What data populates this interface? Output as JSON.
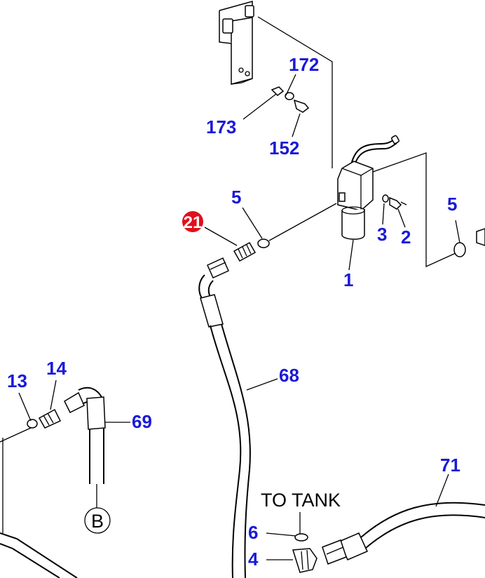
{
  "colors": {
    "label": "#1a1ad8",
    "highlight_badge": "#e0101a",
    "badge_text": "#ffffff",
    "line": "#000000",
    "background": "#ffffff"
  },
  "labels": {
    "p172": "172",
    "p173": "173",
    "p152": "152",
    "p5a": "5",
    "p5b": "5",
    "p21": "21",
    "p3": "3",
    "p2": "2",
    "p1": "1",
    "p68": "68",
    "p13": "13",
    "p14": "14",
    "p69": "69",
    "p71": "71",
    "p6": "6",
    "p4": "4"
  },
  "to_tank": "TO  TANK",
  "connector_b": "B"
}
